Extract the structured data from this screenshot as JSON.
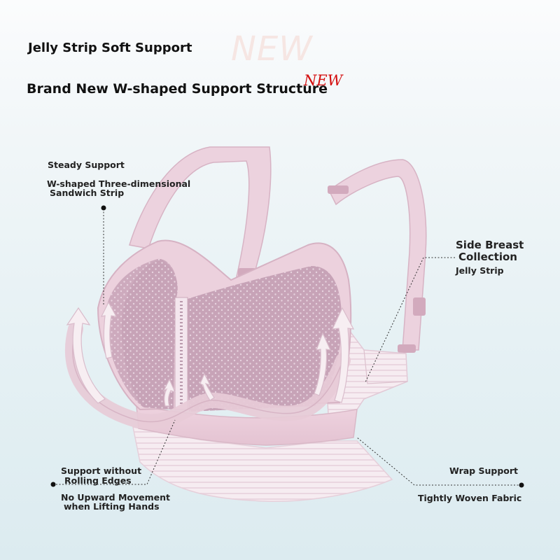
{
  "headline": {
    "line1": "Jelly Strip Soft Support",
    "line2": "Brand New W-shaped Support Structure",
    "ghost_badge": "NEW",
    "badge": "NEW"
  },
  "callouts": {
    "top_left_title": "Steady Support",
    "top_left_line1": "W-shaped Three-dimensional",
    "top_left_line2": "Sandwich Strip",
    "right_line1": "Side Breast",
    "right_line2": "Collection",
    "right_line3": "Jelly Strip",
    "bottom_left_a1": "Support without",
    "bottom_left_a2": "Rolling Edges",
    "bottom_left_b1": "No Upward Movement",
    "bottom_left_b2": "when Lifting Hands",
    "bottom_right_a": "Wrap Support",
    "bottom_right_b": "Tightly Woven Fabric"
  },
  "colors": {
    "bra_pink": "#e9c6d4",
    "cup_mauve": "#c59fb4",
    "label_text": "#222222",
    "badge_red": "#d40d0d"
  }
}
